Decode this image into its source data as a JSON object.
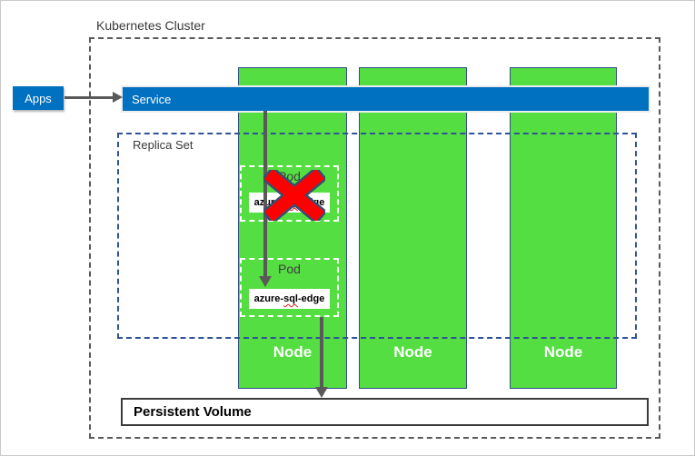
{
  "diagram": {
    "cluster_label": "Kubernetes Cluster",
    "apps_label": "Apps",
    "service_label": "Service",
    "replica_set_label": "Replica Set",
    "nodes": [
      {
        "label": "Node"
      },
      {
        "label": "Node"
      },
      {
        "label": "Node"
      }
    ],
    "pods": [
      {
        "label": "Pod",
        "container_pre": "azure-",
        "container_mis": "sql",
        "container_post": "-edge"
      },
      {
        "label": "Pod",
        "container_pre": "azure-",
        "container_mis": "sql",
        "container_post": "-edge"
      }
    ],
    "persistent_volume_label": "Persistent Volume",
    "colors": {
      "accent_blue": "#0070C0",
      "node_green": "#54DE41",
      "node_border_navy": "#344E87",
      "replica_set_dash_blue": "#2F5496",
      "cluster_dash_gray": "#595959",
      "arrow_gray": "#595959",
      "failure_red": "#FF0000"
    }
  }
}
